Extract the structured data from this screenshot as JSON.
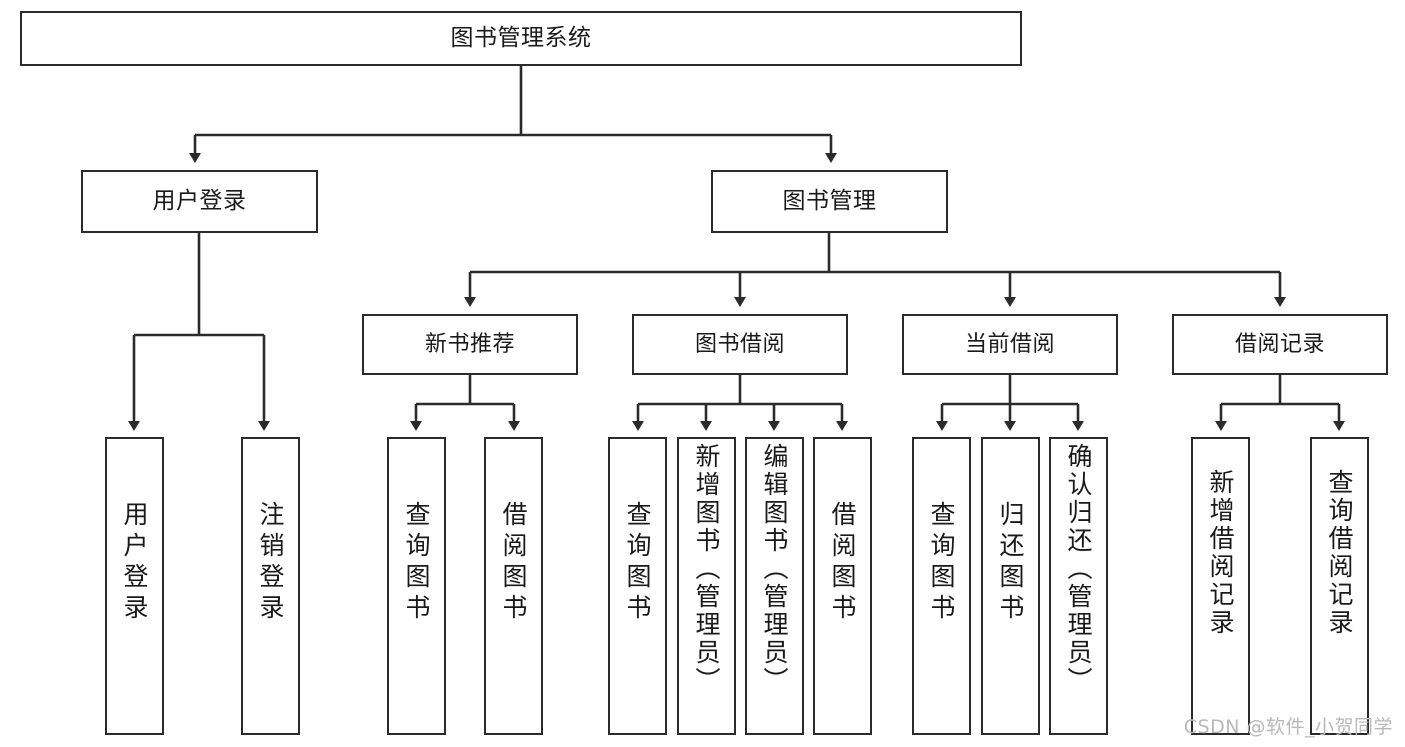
{
  "diagram": {
    "title": "图书管理系统",
    "type": "tree-hierarchy-diagram",
    "colors": {
      "box_border": "#2b2b2b",
      "box_fill": "#ffffff",
      "edge": "#2b2b2b",
      "text": "#1a1a1a",
      "watermark": "#b9b9b9",
      "background": "#ffffff"
    }
  },
  "nodes": {
    "root": {
      "label": "图书管理系统"
    },
    "level2": [
      {
        "label": "用户登录"
      },
      {
        "label": "图书管理"
      }
    ],
    "level3": [
      {
        "label": "新书推荐"
      },
      {
        "label": "图书借阅"
      },
      {
        "label": "当前借阅"
      },
      {
        "label": "借阅记录"
      }
    ],
    "leaves": {
      "user_login": [
        {
          "label": "用户登录"
        },
        {
          "label": "注销登录"
        }
      ],
      "new_book_recommend": [
        {
          "label": "查询图书"
        },
        {
          "label": "借阅图书"
        }
      ],
      "book_borrow": [
        {
          "label": "查询图书"
        },
        {
          "label": "新增图书（管理员）"
        },
        {
          "label": "编辑图书（管理员）"
        },
        {
          "label": "借阅图书"
        }
      ],
      "current_borrow": [
        {
          "label": "查询图书"
        },
        {
          "label": "归还图书"
        },
        {
          "label": "确认归还（管理员）"
        }
      ],
      "borrow_record": [
        {
          "label": "新增借阅记录"
        },
        {
          "label": "查询借阅记录"
        }
      ]
    }
  },
  "watermark": {
    "text": "CSDN @软件_小贺同学"
  }
}
